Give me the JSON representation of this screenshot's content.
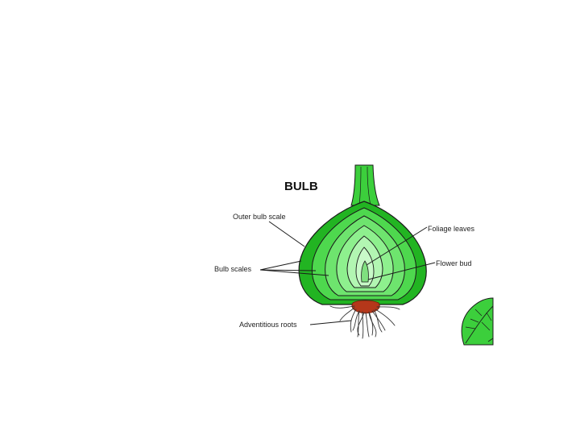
{
  "diagram": {
    "title": "BULB",
    "labels": {
      "outer_scale": "Outer bulb scale",
      "bulb_scales": "Bulb scales",
      "foliage": "Foliage leaves",
      "flower_bud": "Flower bud",
      "roots": "Adventitious roots"
    }
  },
  "colors": {
    "outline": "#1a1a1a",
    "green_dark": "#22b422",
    "green_mid": "#4ed84e",
    "green_light": "#8ef08e",
    "green_pale": "#c8fac8",
    "basal_plate": "#b5371a",
    "roots": "#333333",
    "leaf": "#3ccf3c"
  }
}
